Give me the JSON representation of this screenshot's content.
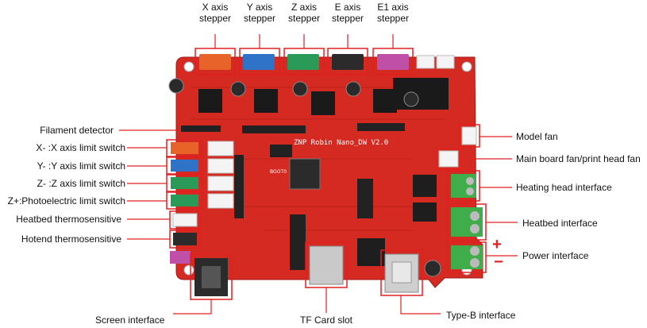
{
  "top_labels": [
    {
      "line1": "X axis",
      "line2": "stepper"
    },
    {
      "line1": "Y axis",
      "line2": "stepper"
    },
    {
      "line1": "Z axis",
      "line2": "stepper"
    },
    {
      "line1": "E axis",
      "line2": "stepper"
    },
    {
      "line1": "E1 axis",
      "line2": "stepper"
    }
  ],
  "left_labels": [
    "Filament detector",
    "X- :X axis limit switch",
    "Y- :Y axis limit switch",
    "Z- :Z axis limit switch",
    "Z+:Photoelectric limit switch",
    "Heatbed thermosensitive",
    "Hotend thermosensitive"
  ],
  "right_labels": [
    "Model fan",
    "Main board fan/print head fan",
    "Heating head interface",
    "Heatbed interface",
    "Power interface"
  ],
  "bottom_labels": [
    "Screen interface",
    "TF Card slot",
    "Type-B interface"
  ],
  "board_silk": "ZNP Robin Nano_DW V2.0",
  "boot_label": "BOOT0",
  "polarity": {
    "plus": "+",
    "minus": "−"
  },
  "colors": {
    "board": "#d42a22",
    "callout": "#e02020",
    "x_connector": "#e8632a",
    "y_connector": "#2f73c9",
    "z_connector": "#2a9a58",
    "e_connector": "#2b2b2b",
    "e1_connector": "#c04fa8",
    "terminal_green": "#3fae4a"
  }
}
